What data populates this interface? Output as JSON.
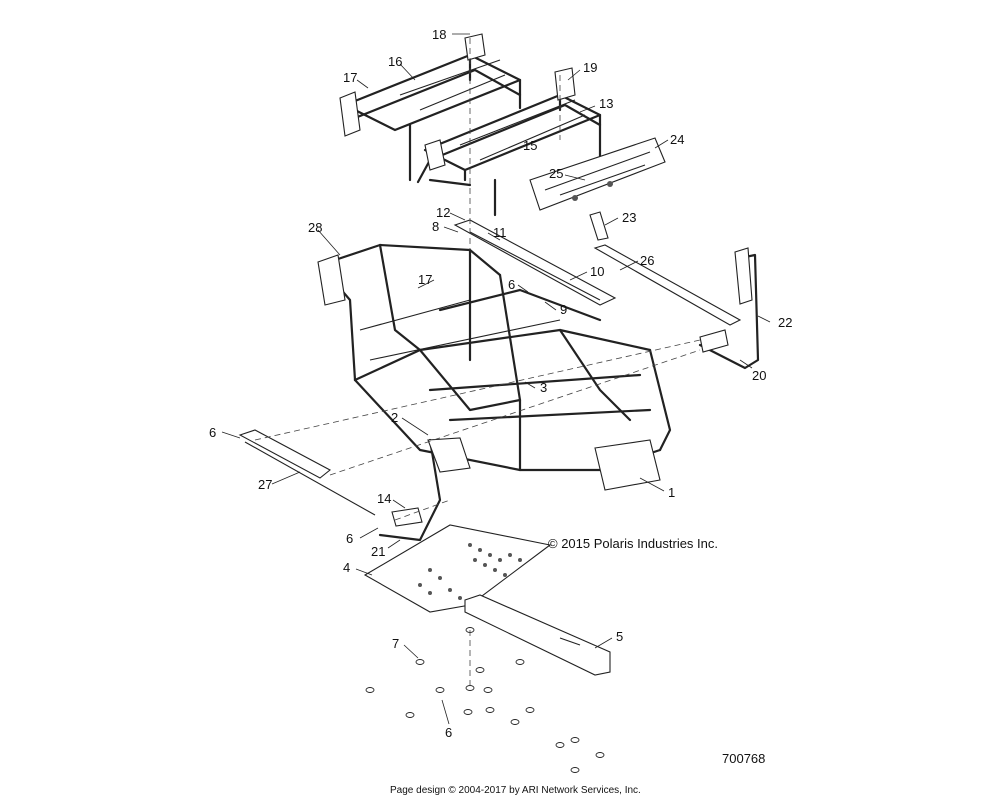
{
  "diagram": {
    "copyright": "© 2015 Polaris Industries Inc.",
    "reference_number": "700768",
    "footer": "Page design © 2004-2017 by ARI Network Services, Inc.",
    "callouts": [
      {
        "id": "c18",
        "label": "18"
      },
      {
        "id": "c16",
        "label": "16"
      },
      {
        "id": "c17a",
        "label": "17"
      },
      {
        "id": "c19",
        "label": "19"
      },
      {
        "id": "c13",
        "label": "13"
      },
      {
        "id": "c15",
        "label": "15"
      },
      {
        "id": "c24",
        "label": "24"
      },
      {
        "id": "c25",
        "label": "25"
      },
      {
        "id": "c23",
        "label": "23"
      },
      {
        "id": "c12",
        "label": "12"
      },
      {
        "id": "c8",
        "label": "8"
      },
      {
        "id": "c11",
        "label": "11"
      },
      {
        "id": "c28",
        "label": "28"
      },
      {
        "id": "c26",
        "label": "26"
      },
      {
        "id": "c17b",
        "label": "17"
      },
      {
        "id": "c10",
        "label": "10"
      },
      {
        "id": "c6a",
        "label": "6"
      },
      {
        "id": "c9",
        "label": "9"
      },
      {
        "id": "c22",
        "label": "22"
      },
      {
        "id": "c20",
        "label": "20"
      },
      {
        "id": "c3",
        "label": "3"
      },
      {
        "id": "c2",
        "label": "2"
      },
      {
        "id": "c6b",
        "label": "6"
      },
      {
        "id": "c1",
        "label": "1"
      },
      {
        "id": "c27",
        "label": "27"
      },
      {
        "id": "c14",
        "label": "14"
      },
      {
        "id": "c6c",
        "label": "6"
      },
      {
        "id": "c21",
        "label": "21"
      },
      {
        "id": "c4",
        "label": "4"
      },
      {
        "id": "c5",
        "label": "5"
      },
      {
        "id": "c7",
        "label": "7"
      },
      {
        "id": "c6d",
        "label": "6"
      }
    ]
  }
}
